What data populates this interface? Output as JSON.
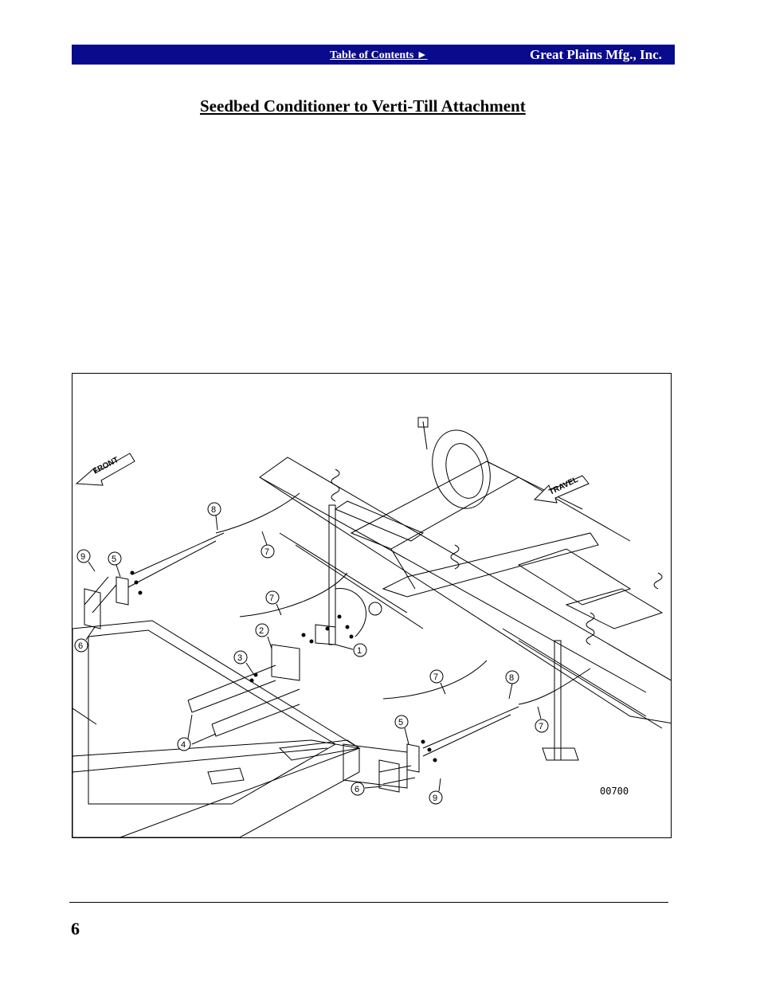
{
  "header": {
    "toc_link": "Table of Contents ►",
    "company": "Great Plains Mfg., Inc."
  },
  "title": "Seedbed Conditioner to Verti-Till Attachment",
  "figure": {
    "front_label": "FRONT",
    "travel_label": "TRAVEL",
    "figure_id": "00700",
    "callouts": [
      {
        "n": "1"
      },
      {
        "n": "2"
      },
      {
        "n": "3"
      },
      {
        "n": "4"
      },
      {
        "n": "5"
      },
      {
        "n": "5"
      },
      {
        "n": "6"
      },
      {
        "n": "6"
      },
      {
        "n": "7"
      },
      {
        "n": "7"
      },
      {
        "n": "7"
      },
      {
        "n": "7"
      },
      {
        "n": "8"
      },
      {
        "n": "8"
      },
      {
        "n": "9"
      },
      {
        "n": "9"
      }
    ]
  },
  "footer": {
    "page_number": "6"
  }
}
